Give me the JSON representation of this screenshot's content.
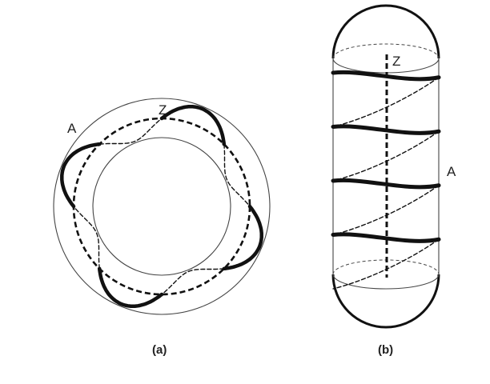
{
  "figure_a": {
    "caption": "(a)",
    "label_axis": "Z",
    "label_strand": "A"
  },
  "figure_b": {
    "caption": "(b)",
    "label_axis": "Z",
    "label_strand": "A"
  },
  "colors": {
    "ink": "#111111",
    "outline": "#444444",
    "background": "#ffffff"
  }
}
